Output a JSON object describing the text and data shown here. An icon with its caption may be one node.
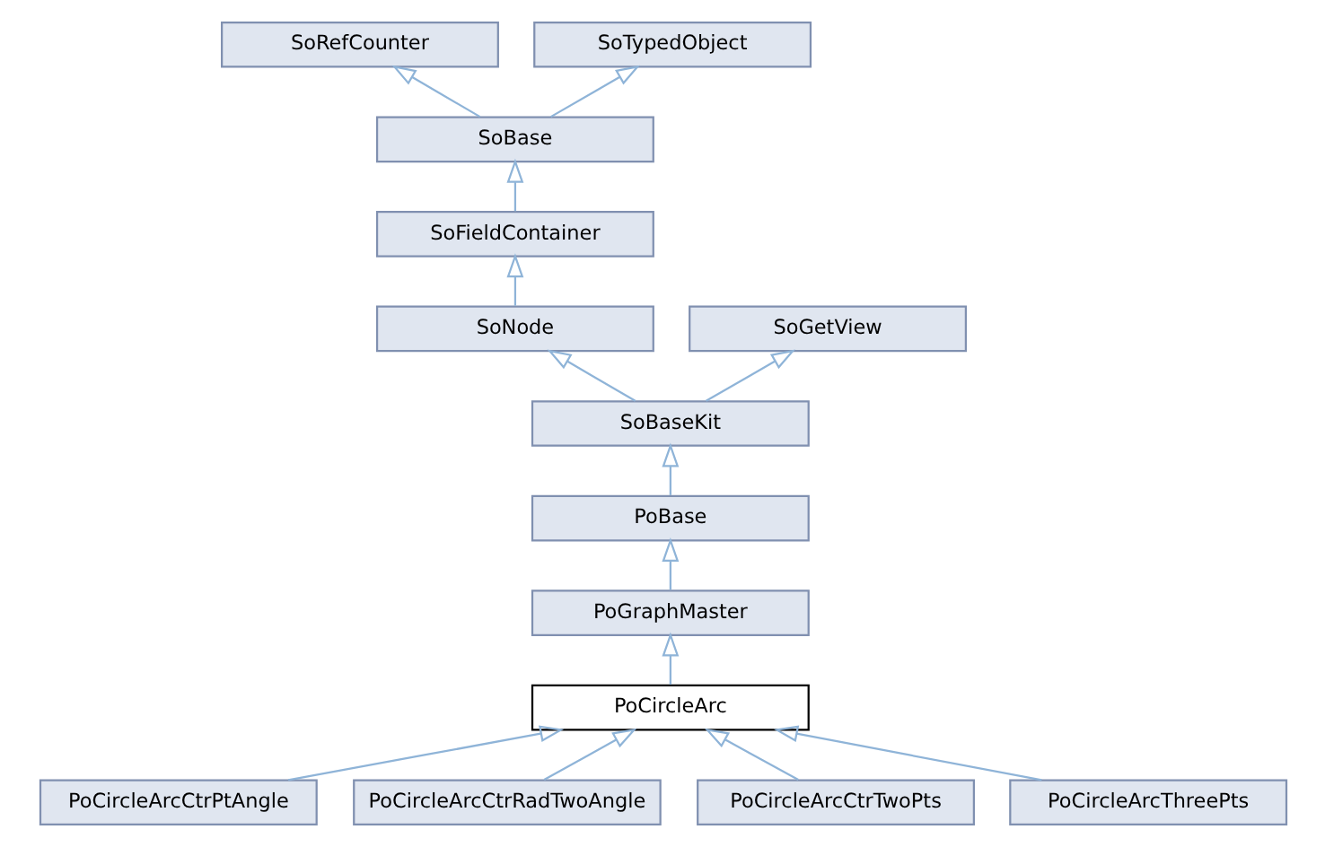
{
  "diagram": {
    "nodes": [
      {
        "text": [
          "SoRefCounter"
        ]
      },
      {
        "text": [
          "SoTypedObject"
        ]
      },
      {
        "text": [
          "SoBase"
        ]
      },
      {
        "text": [
          "SoFieldContainer"
        ]
      },
      {
        "text": [
          "SoNode"
        ]
      },
      {
        "text": [
          "SoGetView"
        ]
      },
      {
        "text": [
          "SoBaseKit"
        ]
      },
      {
        "text": [
          "PoBase"
        ]
      },
      {
        "text": [
          "PoGraphMaster"
        ]
      },
      {
        "text": [
          "PoCircleArc"
        ]
      },
      {
        "text": [
          "PoCircleArcCtrPtAngle"
        ]
      },
      {
        "text": [
          "PoCircleArcCtrRadTwoAngle"
        ]
      },
      {
        "text": [
          "PoCircleArcCtrTwoPts"
        ]
      },
      {
        "text": [
          "PoCircleArcThreePts"
        ]
      }
    ],
    "edges": [
      {
        "from": 2,
        "to": 0,
        "arrow": "to"
      },
      {
        "from": 2,
        "to": 1,
        "arrow": "to"
      },
      {
        "from": 3,
        "to": 2,
        "arrow": "to"
      },
      {
        "from": 4,
        "to": 3,
        "arrow": "to"
      },
      {
        "from": 6,
        "to": 4,
        "arrow": "to"
      },
      {
        "from": 6,
        "to": 5,
        "arrow": "to"
      },
      {
        "from": 7,
        "to": 6,
        "arrow": "to"
      },
      {
        "from": 8,
        "to": 7,
        "arrow": "to"
      },
      {
        "from": 9,
        "to": 8,
        "arrow": "to"
      },
      {
        "from": 10,
        "to": 9,
        "arrow": "to"
      },
      {
        "from": 11,
        "to": 9,
        "arrow": "to"
      },
      {
        "from": 12,
        "to": 9,
        "arrow": "to"
      },
      {
        "from": 13,
        "to": 9,
        "arrow": "to"
      }
    ]
  }
}
